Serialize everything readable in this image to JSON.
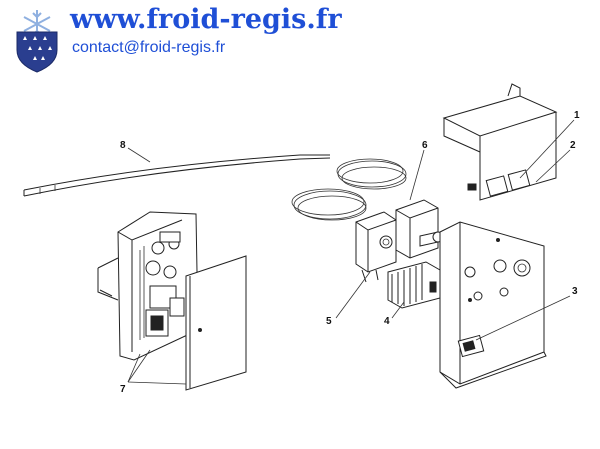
{
  "header": {
    "site_title": "www.froid-regis.fr",
    "contact": "contact@froid-regis.fr",
    "logo_icon": "snowflake-shield-logo",
    "colors": {
      "brand_blue": "#1f4fd6",
      "logo_blue": "#2a3e8f"
    }
  },
  "diagram": {
    "callouts": [
      "1",
      "2",
      "3",
      "4",
      "5",
      "6",
      "7",
      "8"
    ]
  }
}
